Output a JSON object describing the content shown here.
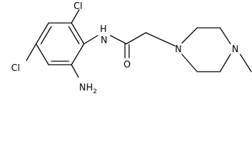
{
  "molecule": {
    "labels": {
      "cl_top": "Cl",
      "cl_left": "Cl",
      "nh": "N",
      "h_on_n": "H",
      "nh2_n": "N",
      "nh2_h": "H",
      "nh2_sub": "2",
      "o": "O",
      "n_pip1": "N",
      "n_pip2": "N"
    }
  }
}
